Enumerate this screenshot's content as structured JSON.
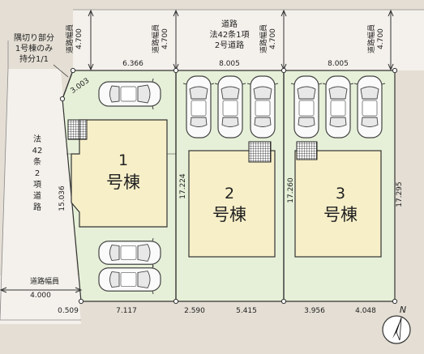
{
  "road_top": {
    "name_lines": [
      "道路",
      "法42条1項",
      "2号道路"
    ],
    "width_label_lines": [
      "道路幅員",
      "4.700"
    ]
  },
  "road_left": {
    "name_chars": [
      "法",
      "42",
      "条",
      "2",
      "項",
      "道",
      "路"
    ],
    "width_label_lines": [
      "道路幅員",
      "4.000"
    ]
  },
  "corner_cut_lines": [
    "隅切り部分",
    "1号棟のみ",
    "持分1/1"
  ],
  "lots": [
    {
      "number": "1",
      "suffix": "号棟"
    },
    {
      "number": "2",
      "suffix": "号棟"
    },
    {
      "number": "3",
      "suffix": "号棟"
    }
  ],
  "dimensions": {
    "top": [
      "6.366",
      "8.005",
      "8.005"
    ],
    "corner": "3.003",
    "bottom": [
      "0.509",
      "7.117",
      "2.590",
      "5.415",
      "3.956",
      "4.048"
    ],
    "vertical": [
      "15.036",
      "17.224",
      "17.260",
      "17.295"
    ]
  },
  "compass_label": "N",
  "colors": {
    "site": "#e6f0d8",
    "building": "#f7efc8",
    "road": "#f4f1ec",
    "background": "#e9e4dc",
    "line": "#333333"
  }
}
